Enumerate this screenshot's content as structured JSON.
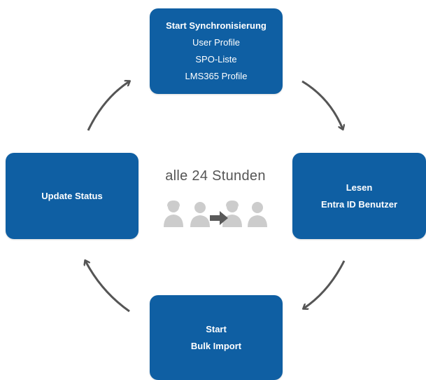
{
  "top_box": {
    "title": "Start Synchronisierung",
    "line1": "User Profile",
    "line2": "SPO-Liste",
    "line3": "LMS365 Profile"
  },
  "right_box": {
    "line1": "Lesen",
    "line2": "Entra ID Benutzer"
  },
  "bottom_box": {
    "line1": "Start",
    "line2": "Bulk Import"
  },
  "left_box": {
    "line1": "Update Status"
  },
  "center": {
    "caption": "alle 24 Stunden",
    "icon": "users-transfer-icon"
  },
  "colors": {
    "box": "#0f5fa3",
    "arrow": "#555555",
    "people": "#cccccc",
    "transfer_arrow": "#5a5a5a"
  }
}
